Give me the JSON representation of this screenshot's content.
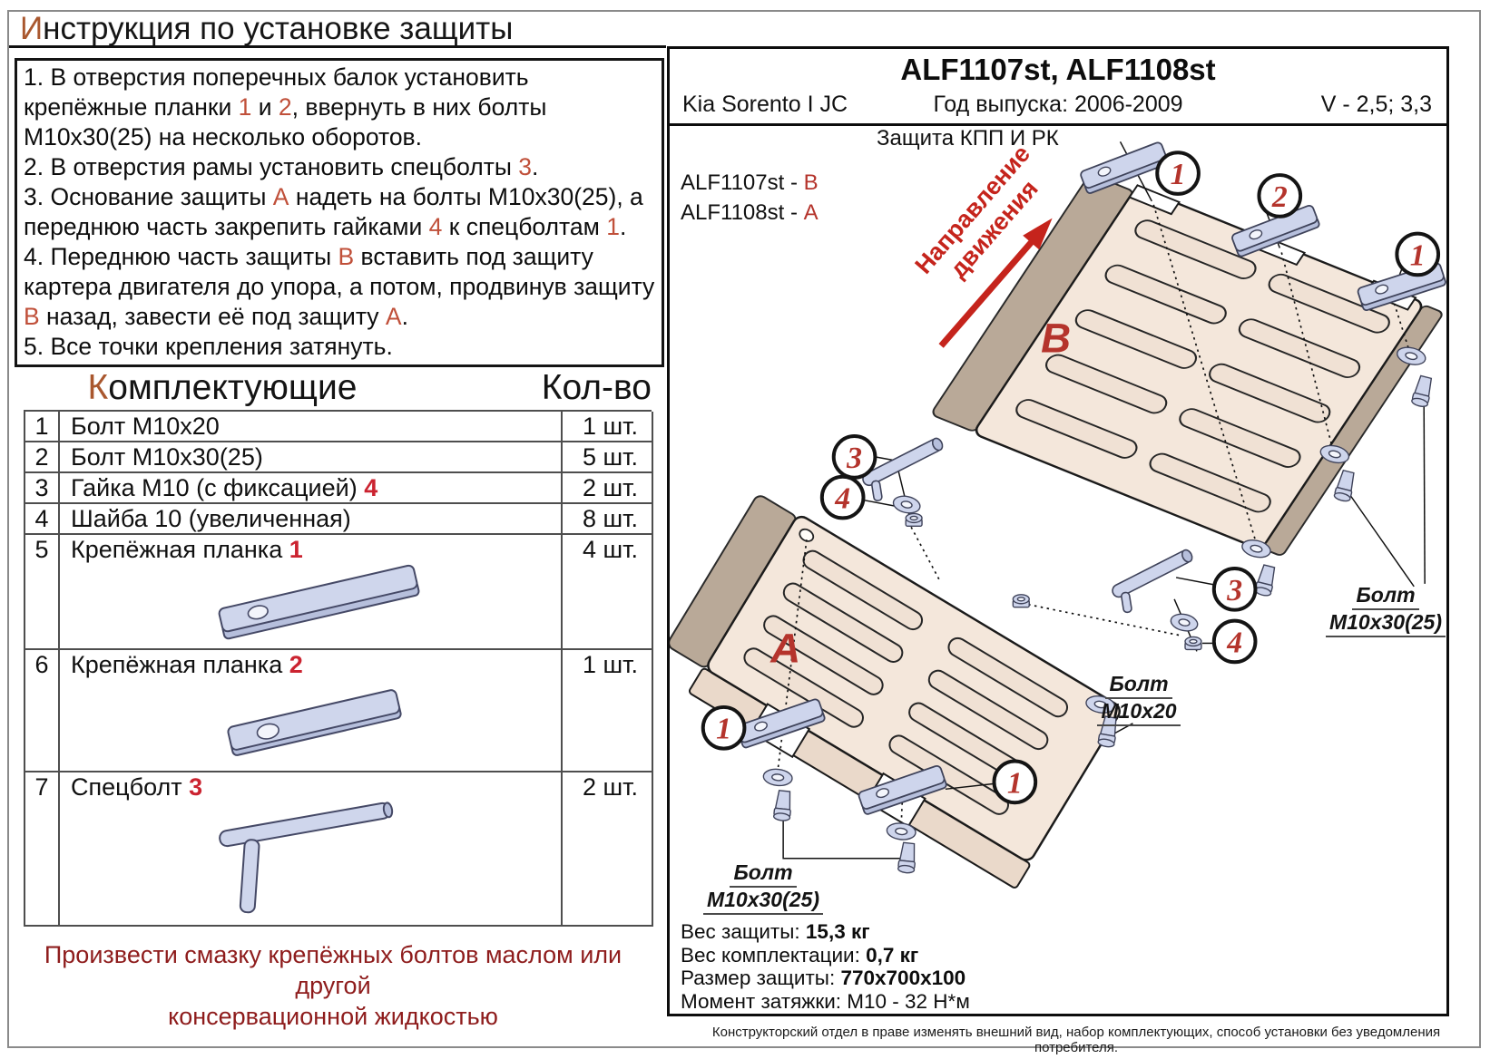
{
  "page_title": {
    "first": "И",
    "rest": "нструкция по установке защиты"
  },
  "instructions": [
    [
      "1. В отверстия поперечных балок установить крепёжные планки ",
      "1",
      " и ",
      "2",
      ", ввернуть в них болты М10х30(25) на несколько оборотов."
    ],
    [
      "2. В отверстия рамы установить спецболты ",
      "3",
      "."
    ],
    [
      "3. Основание защиты ",
      "А",
      " надеть на болты М10х30(25), а переднюю часть закрепить гайками ",
      "4",
      " к спецболтам ",
      "1",
      "."
    ],
    [
      "4. Переднюю часть защиты ",
      "В",
      " вставить под защиту картера двигателя до упора, а потом, продвинув защиту ",
      "В",
      " назад, завести её под защиту ",
      "А",
      "."
    ],
    [
      "5. Все точки крепления затянуть."
    ]
  ],
  "parts_header": {
    "name_first": "К",
    "name_rest": "омплектующие",
    "qty": "Кол-во"
  },
  "parts_rows": [
    {
      "num": "1",
      "name": "Болт М10х20",
      "red": "",
      "qty": "1 шт."
    },
    {
      "num": "2",
      "name": "Болт М10х30(25)",
      "red": "",
      "qty": "5 шт."
    },
    {
      "num": "3",
      "name": "Гайка М10 (с фиксацией) ",
      "red": "4",
      "qty": "2 шт."
    },
    {
      "num": "4",
      "name": "Шайба 10 (увеличенная)",
      "red": "",
      "qty": "8 шт."
    },
    {
      "num": "5",
      "name": "Крепёжная планка ",
      "red": "1",
      "qty": "4 шт."
    },
    {
      "num": "6",
      "name": "Крепёжная планка ",
      "red": "2",
      "qty": "1 шт."
    },
    {
      "num": "7",
      "name": "Спецболт ",
      "red": "3",
      "qty": "2 шт."
    }
  ],
  "note": {
    "line1": "Произвести смазку крепёжных болтов маслом или другой",
    "line2": "консервационной жидкостью"
  },
  "panel": {
    "title": "ALF1107st, ALF1108st",
    "model": "Kia Sorento I JC",
    "year": "Год выпуска: 2006-2009",
    "engine": "V - 2,5; 3,3"
  },
  "diagram": {
    "caption": "Защита КПП И РК",
    "map": [
      {
        "code": "ALF1107st - ",
        "letter": "В"
      },
      {
        "code": "ALF1108st - ",
        "letter": "А"
      }
    ],
    "direction_line1": "Направление",
    "direction_line2": "движения",
    "plate_upper": "B",
    "plate_lower": "A",
    "callouts": [
      "1",
      "2",
      "1",
      "3",
      "4",
      "3",
      "4",
      "1",
      "1"
    ],
    "label_bolt_right": {
      "line1": "Болт",
      "line2": "М10х30(25)"
    },
    "label_bolt_m20": {
      "line1": "Болт",
      "line2": "М10х20"
    },
    "label_bolt_bottom": {
      "line1": "Болт",
      "line2": "М10х30(25)"
    },
    "specs": [
      {
        "label": "Вес защиты: ",
        "value": "15,3 кг"
      },
      {
        "label": "Вес комплектации: ",
        "value": "0,7 кг"
      },
      {
        "label": "Размер защиты: ",
        "value": "770х700х100"
      },
      {
        "label": "Момент затяжки: ",
        "value": "М10 - 32 Н*м"
      }
    ]
  },
  "footer": "Конструкторский отдел в праве изменять внешний вид, набор комплектующих, способ установки без уведомления потребителя.",
  "colors": {
    "accent_red": "#b5342c",
    "text_red": "#c0503a",
    "maroon": "#8e1c1c",
    "brown": "#a9572e",
    "plate": "#f4e7db",
    "flange": "#b9a998",
    "metal": "#ced5ec",
    "arrow_red": "#c5241c"
  }
}
